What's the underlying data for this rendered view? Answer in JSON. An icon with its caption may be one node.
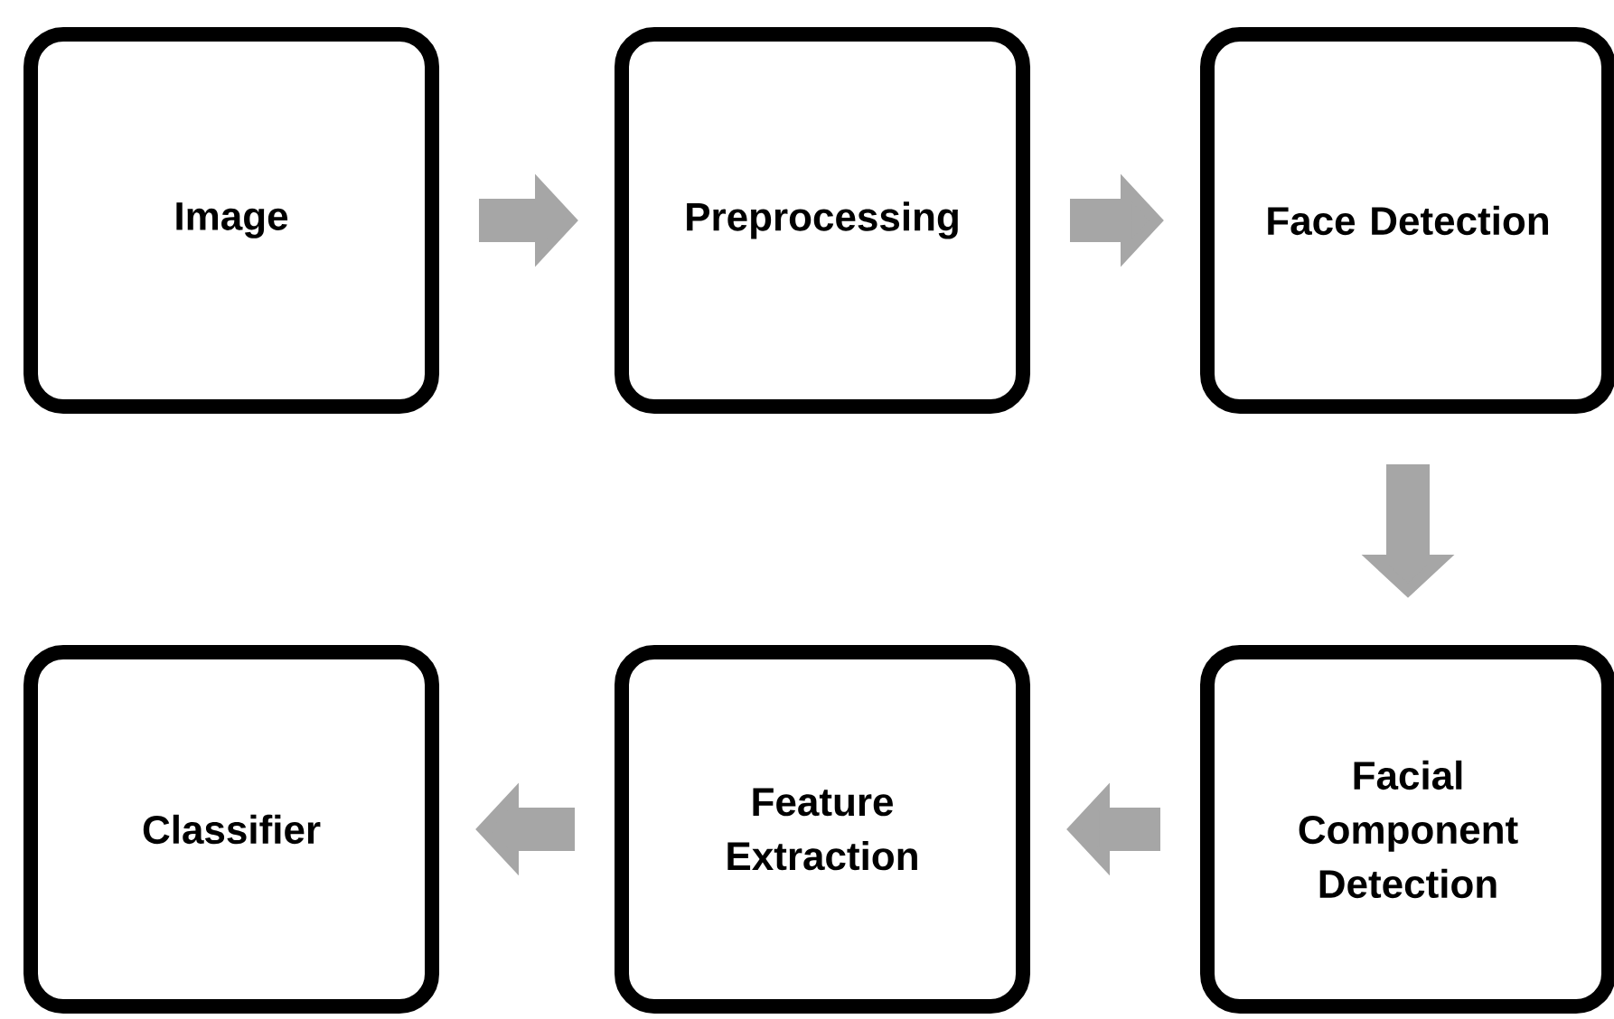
{
  "diagram": {
    "nodes": [
      {
        "text": [
          "Image"
        ]
      },
      {
        "text": [
          "Preprocessing"
        ]
      },
      {
        "text": [
          "Face Detection"
        ]
      },
      {
        "text": [
          "Facial Component Detection"
        ]
      },
      {
        "text": [
          "Feature Extraction"
        ]
      },
      {
        "text": [
          "Classifier"
        ]
      }
    ],
    "edges": [
      {
        "from": 0,
        "to": 1,
        "arrow": "to"
      },
      {
        "from": 1,
        "to": 2,
        "arrow": "to"
      },
      {
        "from": 2,
        "to": 3,
        "arrow": "to"
      },
      {
        "from": 3,
        "to": 4,
        "arrow": "to"
      },
      {
        "from": 4,
        "to": 5,
        "arrow": "to"
      }
    ]
  }
}
